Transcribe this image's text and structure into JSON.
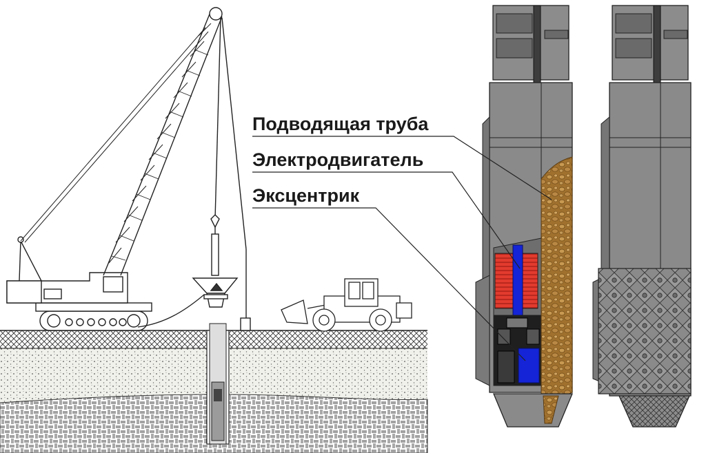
{
  "labels": {
    "supply_pipe": "Подводящая труба",
    "electric_motor": "Электродвигатель",
    "eccentric": "Эксцентрик"
  },
  "colors": {
    "machine_grey": "#8c8c8c",
    "machine_dark": "#5f5f5f",
    "motor_red": "#e23b2e",
    "shaft_blue": "#1424d6",
    "rubble_brown": "#9a6a2a",
    "soil_light": "#efefe8"
  }
}
